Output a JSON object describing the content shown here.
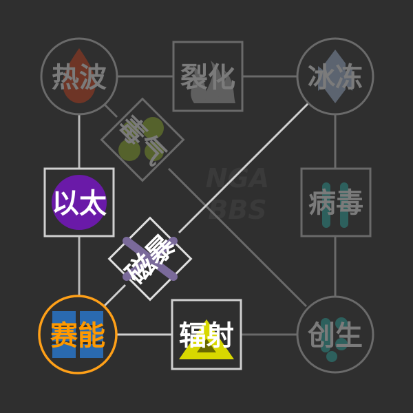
{
  "board": {
    "background": "#2f2f2f",
    "line_color": "#c8c8c8",
    "active_line_color": "#d8d8d8",
    "highlight_color": "#ffa018"
  },
  "watermark": {
    "line1": "NGA",
    "line2": "BBS"
  },
  "nodes": [
    {
      "id": "heatwave",
      "label": "热波",
      "state": "dim",
      "icon": "droplet-flame-icon",
      "icon_color": "#7a3a2a"
    },
    {
      "id": "fission",
      "label": "裂化",
      "state": "dim",
      "icon": "flame-wisps-icon",
      "icon_color": "#6a6a6a"
    },
    {
      "id": "freeze",
      "label": "冰冻",
      "state": "dim",
      "icon": "ice-crystal-icon",
      "icon_color": "#6a7480"
    },
    {
      "id": "toxic-gas",
      "label": "毒气",
      "state": "dim",
      "icon": "gas-cloud-icon",
      "icon_color": "#5a6a30"
    },
    {
      "id": "virus",
      "label": "病毒",
      "state": "dim",
      "icon": "virus-bars-icon",
      "icon_color": "#2f6a66"
    },
    {
      "id": "ether",
      "label": "以太",
      "state": "active",
      "icon": "ether-circle-icon",
      "icon_color": "#6a1aa8"
    },
    {
      "id": "magstorm",
      "label": "磁暴",
      "state": "active",
      "icon": "magnetic-x-icon",
      "icon_color": "#7a6a9a"
    },
    {
      "id": "synergy",
      "label": "赛能",
      "state": "selected",
      "icon": "energy-bars-icon",
      "icon_color": "#2a6ab0"
    },
    {
      "id": "radiation",
      "label": "辐射",
      "state": "active",
      "icon": "radiation-triangle-icon",
      "icon_color": "#d8d800"
    },
    {
      "id": "genesis",
      "label": "创生",
      "state": "dim",
      "icon": "life-cells-icon",
      "icon_color": "#2f6a66"
    }
  ]
}
